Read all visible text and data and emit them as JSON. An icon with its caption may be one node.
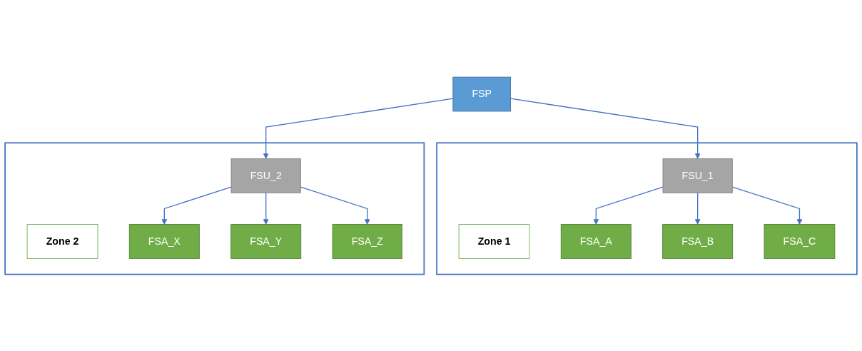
{
  "diagram": {
    "nodes": [
      {
        "text": [
          "FSP"
        ]
      },
      {
        "text": [],
        "shape": "box"
      },
      {
        "text": [
          "Zone 1"
        ],
        "in": 1
      },
      {
        "text": [
          "FSU_1"
        ],
        "in": 1
      },
      {
        "text": [
          "FSA_A"
        ],
        "in": 1
      },
      {
        "text": [
          "FSA_B"
        ],
        "in": 1
      },
      {
        "text": [
          "FSA_C"
        ],
        "in": 1
      },
      {
        "text": [],
        "shape": "box"
      },
      {
        "text": [
          "FSU_2"
        ],
        "in": 7
      },
      {
        "text": [
          "Zone 2"
        ],
        "in": 7
      },
      {
        "text": [
          "FSA_X"
        ],
        "in": 7
      },
      {
        "text": [
          "FSA_Y"
        ],
        "in": 7
      },
      {
        "text": [
          "FSA_Z"
        ],
        "in": 7
      }
    ],
    "edges": [
      {
        "from": 0,
        "to": 3,
        "arrow": "to"
      },
      {
        "from": 0,
        "to": 8,
        "arrow": "to"
      },
      {
        "from": 3,
        "to": 4,
        "arrow": "to"
      },
      {
        "from": 3,
        "to": 5,
        "arrow": "to"
      },
      {
        "from": 3,
        "to": 6,
        "arrow": "to"
      },
      {
        "from": 8,
        "to": 10,
        "arrow": "to"
      },
      {
        "from": 8,
        "to": 11,
        "arrow": "to"
      },
      {
        "from": 8,
        "to": 12,
        "arrow": "to"
      }
    ]
  }
}
